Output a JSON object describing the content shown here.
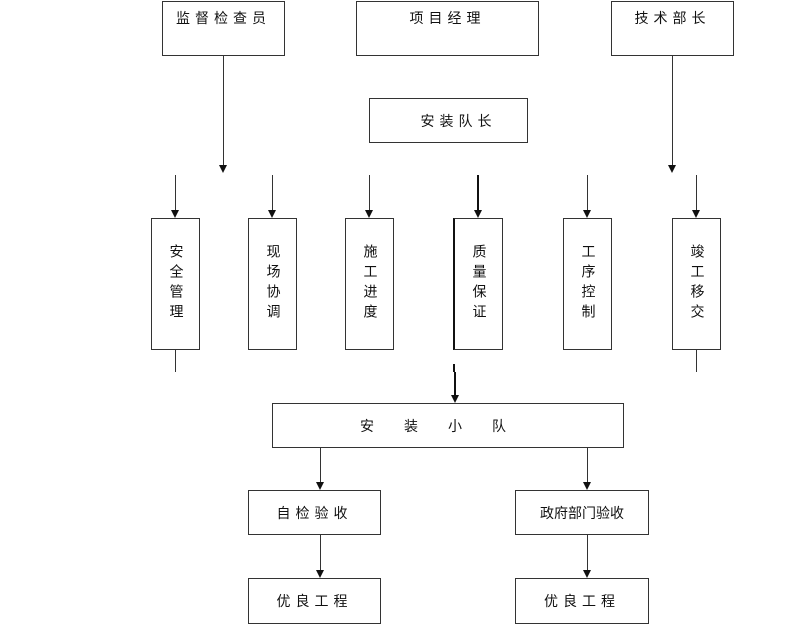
{
  "top_roles": [
    {
      "label": "监督检查员"
    },
    {
      "label": "项目经理"
    },
    {
      "label": "技术部长"
    }
  ],
  "team_leader": {
    "label": "安装队长"
  },
  "functions": [
    {
      "label": "安全管理"
    },
    {
      "label": "现场协调"
    },
    {
      "label": "施工进度"
    },
    {
      "label": "质量保证"
    },
    {
      "label": "工序控制"
    },
    {
      "label": "竣工移交"
    }
  ],
  "install_team": {
    "label": "安装小队"
  },
  "acceptance": [
    {
      "label": "自检验收"
    },
    {
      "label": "政府部门验收"
    }
  ],
  "results": [
    {
      "label": "优良工程"
    },
    {
      "label": "优良工程"
    }
  ],
  "colors": {
    "line": "#333333",
    "arrow": "#111111",
    "background": "#ffffff"
  }
}
